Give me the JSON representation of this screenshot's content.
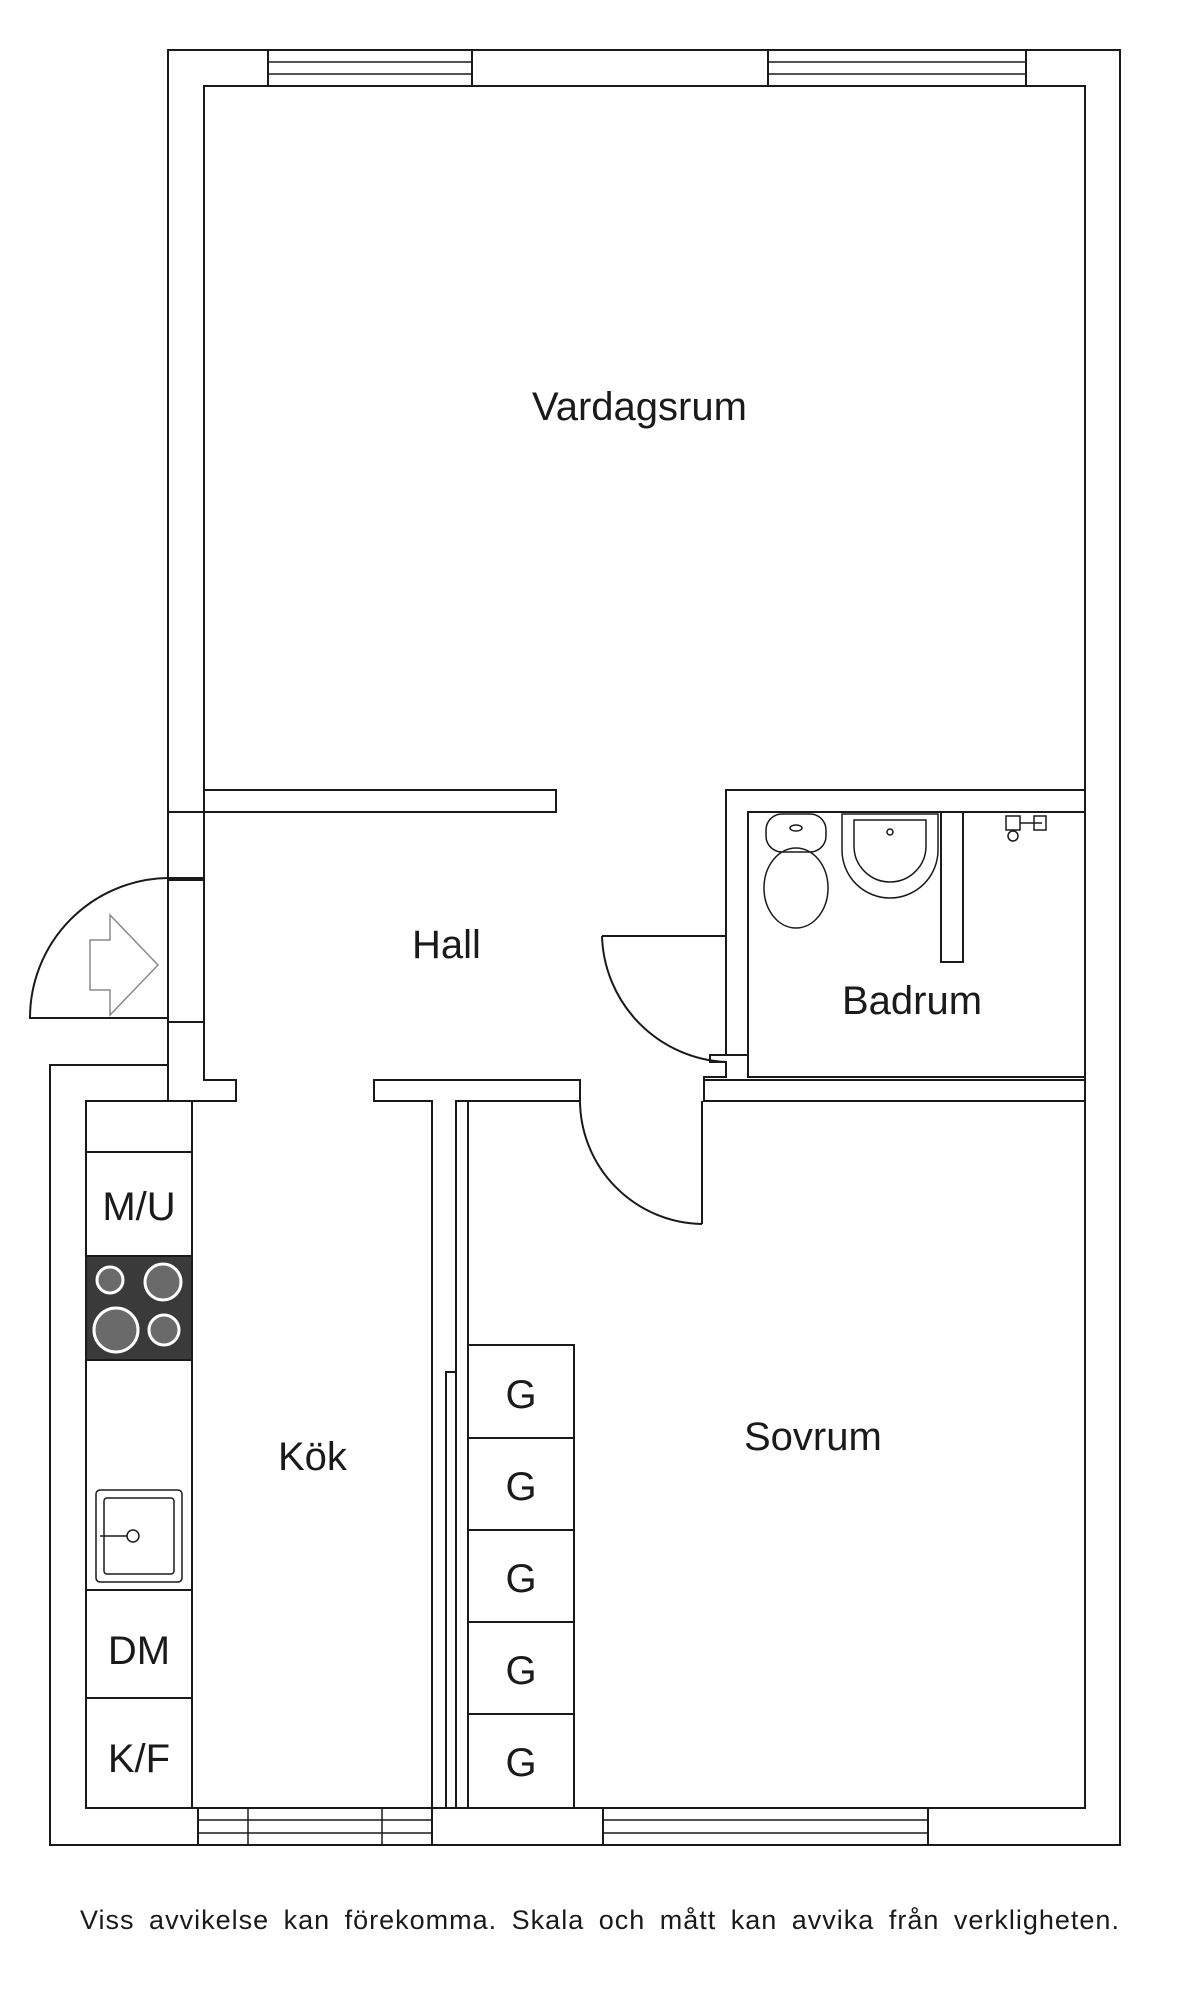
{
  "rooms": {
    "living_room": "Vardagsrum",
    "hall": "Hall",
    "bathroom": "Badrum",
    "kitchen": "Kök",
    "bedroom": "Sovrum"
  },
  "kitchen_units": {
    "microwave": "M/U",
    "dishwasher": "DM",
    "fridge_freezer": "K/F"
  },
  "wardrobes": [
    "G",
    "G",
    "G",
    "G",
    "G"
  ],
  "footer": "Viss avvikelse kan förekomma. Skala och mått kan avvika från verkligheten."
}
